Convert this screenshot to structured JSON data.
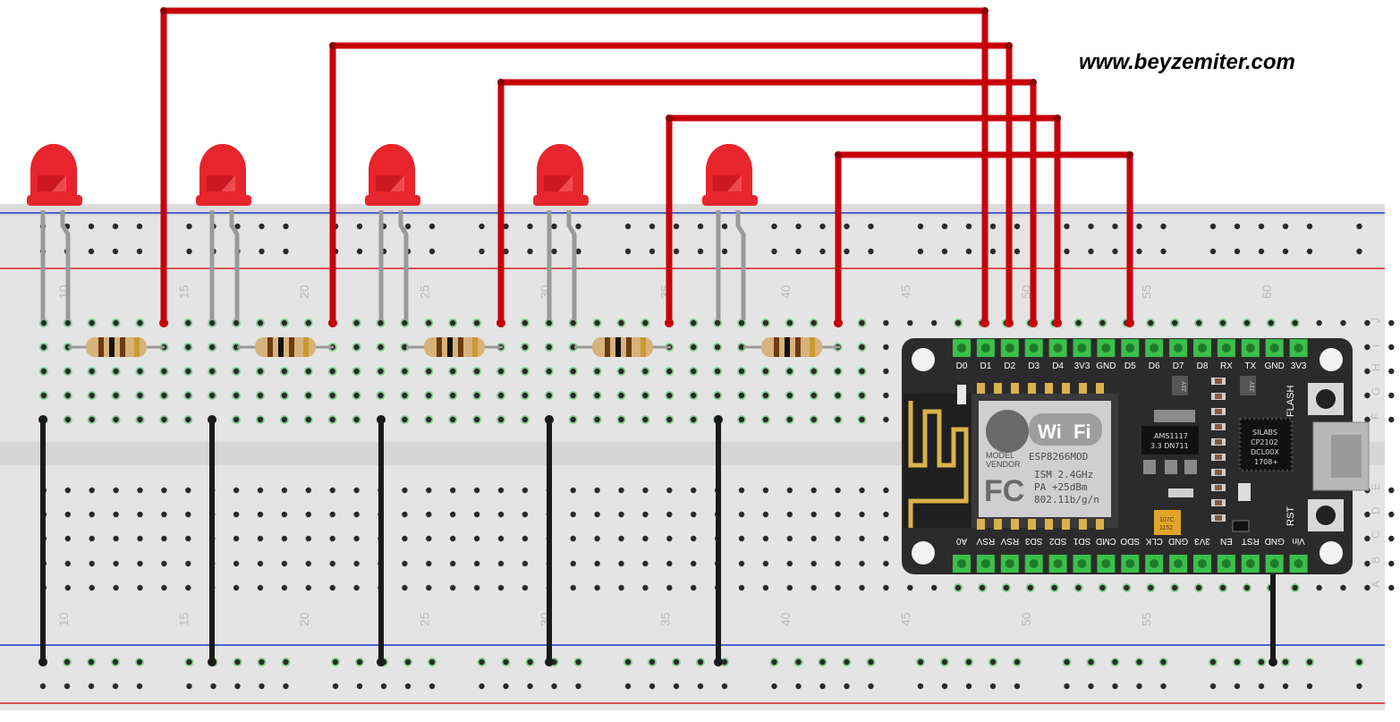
{
  "watermark": "www.beyzemiter.com",
  "breadboard": {
    "column_labels_top": [
      "10",
      "15",
      "20",
      "25",
      "30",
      "35",
      "40",
      "45",
      "50",
      "55",
      "60"
    ],
    "column_labels_bottom": [
      "10",
      "15",
      "20",
      "25",
      "30",
      "35",
      "40",
      "45",
      "50",
      "55"
    ],
    "row_letters": [
      "J",
      "I",
      "H",
      "G",
      "F",
      "E",
      "D",
      "C",
      "B",
      "A"
    ]
  },
  "nodemcu": {
    "top_pins": [
      "D0",
      "D1",
      "D2",
      "D3",
      "D4",
      "3V3",
      "GND",
      "D5",
      "D6",
      "D7",
      "D8",
      "RX",
      "TX",
      "GND",
      "3V3"
    ],
    "bottom_pins": [
      "A0",
      "RSV",
      "RSV",
      "SD3",
      "SD2",
      "SD1",
      "CMD",
      "SDO",
      "CLK",
      "GND",
      "3V3",
      "EN",
      "RST",
      "GND",
      "Vin"
    ],
    "module_labels": [
      "Wi",
      "Fi",
      "ESP8266MOD",
      "MODEL",
      "VENDOR",
      "ISM 2.4GHz",
      "PA  +25dBm",
      "802.11b/g/n",
      "FC"
    ],
    "chip_labels": [
      "AMS1117",
      "3.3  DN711",
      "SILABS",
      "CP2102",
      "DCL00X",
      "1708+",
      "J3Y",
      "J3Y",
      "107C",
      "1152"
    ],
    "button_labels": [
      "FLASH",
      "RST"
    ]
  },
  "colors": {
    "wire_red": "#c8000a",
    "wire_black": "#1a1a1a",
    "led_red": "#e8242c",
    "board_bg": "#e6e6e6",
    "rail_blue": "#1f35c8",
    "rail_red": "#d31f1f",
    "hole_green": "#3bbf4a",
    "nodemcu_board": "#2b2b2b"
  },
  "components": {
    "leds": 5,
    "resistors": 5
  }
}
